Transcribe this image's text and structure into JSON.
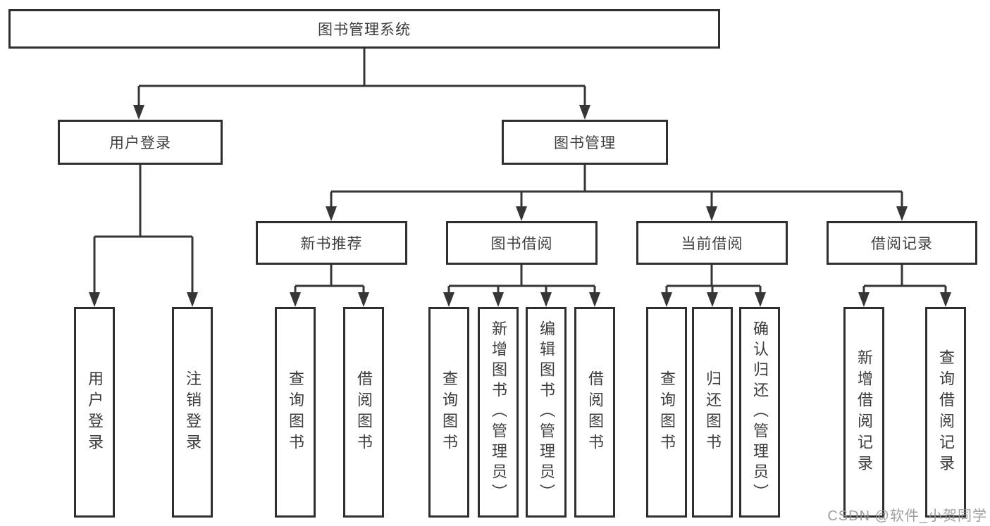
{
  "diagram": {
    "type": "tree",
    "nodes": {
      "root": {
        "label": "图书管理系统"
      },
      "level2": [
        {
          "id": "user-login",
          "label": "用户登录",
          "parent": "图书管理系统"
        },
        {
          "id": "book-management",
          "label": "图书管理",
          "parent": "图书管理系统"
        }
      ],
      "level3": [
        {
          "id": "new-book-recommend",
          "label": "新书推荐",
          "parent": "图书管理"
        },
        {
          "id": "book-borrowing",
          "label": "图书借阅",
          "parent": "图书管理"
        },
        {
          "id": "current-borrowing",
          "label": "当前借阅",
          "parent": "图书管理"
        },
        {
          "id": "borrowing-records",
          "label": "借阅记录",
          "parent": "图书管理"
        }
      ],
      "leaves": [
        {
          "id": "leaf-user-login",
          "label": "用户登录",
          "parent": "用户登录"
        },
        {
          "id": "leaf-logout",
          "label": "注销登录",
          "parent": "用户登录"
        },
        {
          "id": "leaf-query-books-recommend",
          "label": "查询图书",
          "parent": "新书推荐"
        },
        {
          "id": "leaf-borrow-books-recommend",
          "label": "借阅图书",
          "parent": "新书推荐"
        },
        {
          "id": "leaf-query-books-borrowing",
          "label": "查询图书",
          "parent": "图书借阅"
        },
        {
          "id": "leaf-add-books-admin",
          "label": "新增图书（管理员）",
          "parent": "图书借阅"
        },
        {
          "id": "leaf-edit-books-admin",
          "label": "编辑图书（管理员）",
          "parent": "图书借阅"
        },
        {
          "id": "leaf-borrow-books-borrowing",
          "label": "借阅图书",
          "parent": "图书借阅"
        },
        {
          "id": "leaf-query-books-current",
          "label": "查询图书",
          "parent": "当前借阅"
        },
        {
          "id": "leaf-return-books",
          "label": "归还图书",
          "parent": "当前借阅"
        },
        {
          "id": "leaf-confirm-return-admin",
          "label": "确认归还（管理员）",
          "parent": "当前借阅"
        },
        {
          "id": "leaf-add-borrow-record",
          "label": "新增借阅记录",
          "parent": "借阅记录"
        },
        {
          "id": "leaf-query-borrow-record",
          "label": "查询借阅记录",
          "parent": "借阅记录"
        }
      ]
    },
    "colors": {
      "line": "#363636",
      "box_border": "#2f2f2f",
      "text": "#3d3d3d",
      "background": "#ffffff",
      "watermark": "#949494"
    }
  },
  "watermark": {
    "text": "CSDN @软件_小贺同学"
  }
}
